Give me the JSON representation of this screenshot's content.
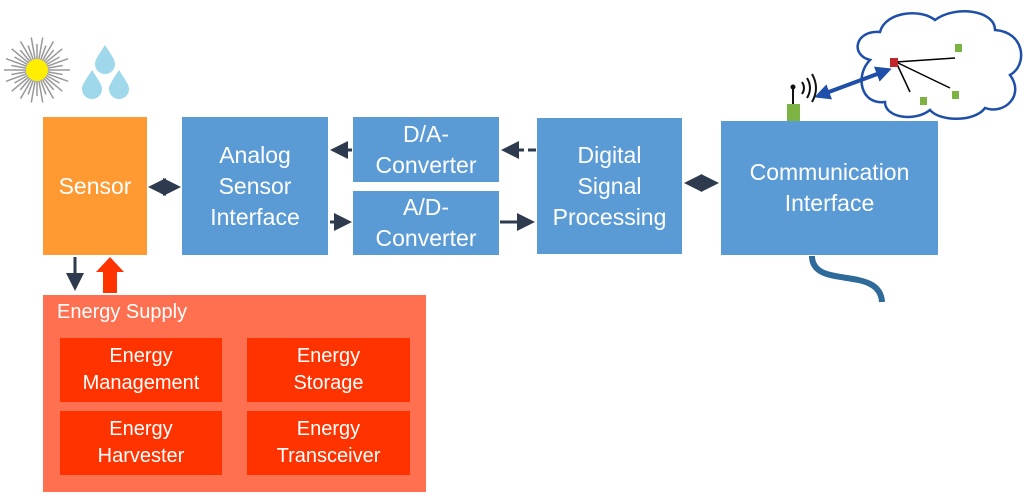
{
  "blocks": {
    "sensor": "Sensor",
    "analog": "Analog\nSensor\nInterface",
    "da": "D/A-\nConverter",
    "ad": "A/D-\nConverter",
    "dsp": "Digital\nSignal\nProcessing",
    "comm": "Communication\nInterface"
  },
  "energy": {
    "title": "Energy Supply",
    "items": [
      "Energy\nManagement",
      "Energy\nStorage",
      "Energy\nHarvester",
      "Energy\nTransceiver"
    ]
  },
  "colors": {
    "sensor": "#ff9a33",
    "block": "#5b9bd5",
    "energy_supply": "#ff7050",
    "energy_item": "#ff3300",
    "arrow": "#2e3a4e"
  },
  "icons": [
    "sun-icon",
    "water-drops-icon",
    "antenna-node-icon",
    "sensor-network-cloud-icon",
    "cable-icon"
  ]
}
